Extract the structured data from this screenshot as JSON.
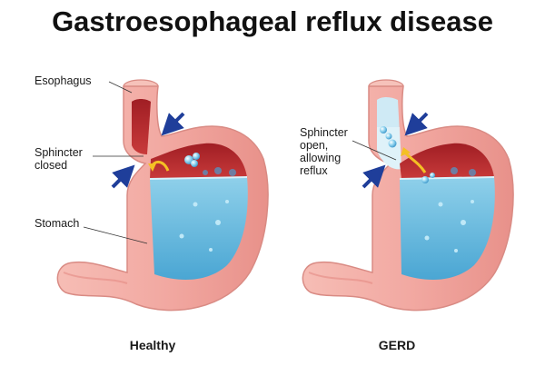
{
  "title": "Gastroesophageal reflux disease",
  "panels": [
    {
      "caption": "Healthy",
      "labels": {
        "esophagus": "Esophagus",
        "sphincter_line1": "Sphincter",
        "sphincter_line2": "closed",
        "stomach": "Stomach"
      }
    },
    {
      "caption": "GERD",
      "labels": {
        "sphincter_line1": "Sphincter",
        "sphincter_line2": "open,",
        "sphincter_line3": "allowing",
        "sphincter_line4": "reflux"
      }
    }
  ],
  "colors": {
    "stomach_wall": "#f2a9a2",
    "stomach_wall_dark": "#e27f7a",
    "inner_red": "#b8262b",
    "fluid": "#6fbfe0",
    "fluid_light": "#a6dcf0",
    "arrow": "#1f3e9a"
  },
  "icons": [
    "arrow-icon",
    "reflux-arrow-icon",
    "bubble-icon"
  ]
}
